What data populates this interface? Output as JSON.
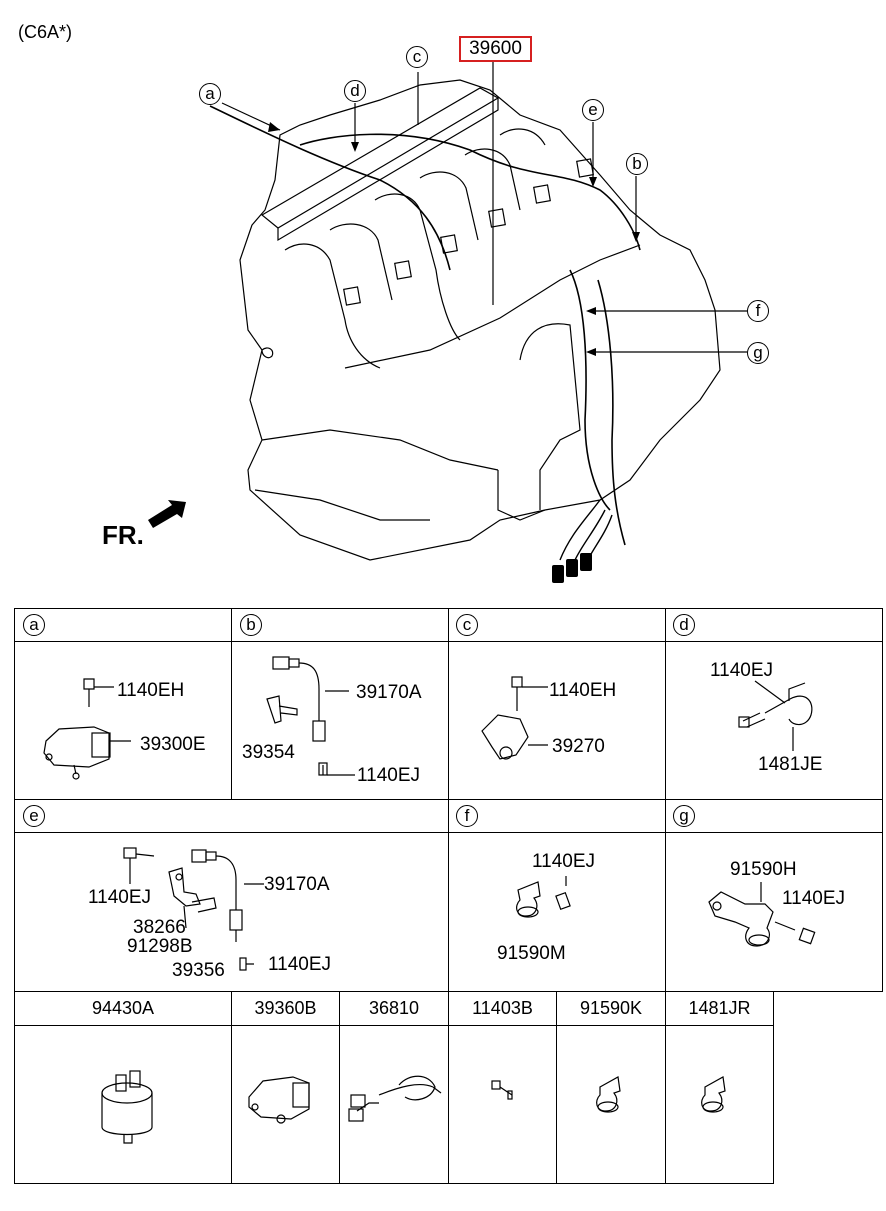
{
  "variant": "(C6A*)",
  "direction": "FR.",
  "main_part": "39600",
  "callouts": {
    "a": "a",
    "b": "b",
    "c": "c",
    "d": "d",
    "e": "e",
    "f": "f",
    "g": "g"
  },
  "panels": {
    "a": {
      "parts": [
        "1140EH",
        "39300E"
      ]
    },
    "b": {
      "parts": [
        "39170A",
        "39354",
        "1140EJ"
      ]
    },
    "c": {
      "parts": [
        "1140EH",
        "39270"
      ]
    },
    "d": {
      "parts": [
        "1140EJ",
        "1481JE"
      ]
    },
    "e": {
      "parts": [
        "1140EJ",
        "39170A",
        "38266",
        "91298B",
        "39356",
        "1140EJ"
      ]
    },
    "f": {
      "parts": [
        "1140EJ",
        "91590M"
      ]
    },
    "g": {
      "parts": [
        "91590H",
        "1140EJ"
      ]
    }
  },
  "loose_parts": [
    "94430A",
    "39360B",
    "36810",
    "11403B",
    "91590K",
    "1481JR"
  ],
  "colors": {
    "highlight_box": "#d62020",
    "line": "#000000",
    "background": "#ffffff"
  }
}
